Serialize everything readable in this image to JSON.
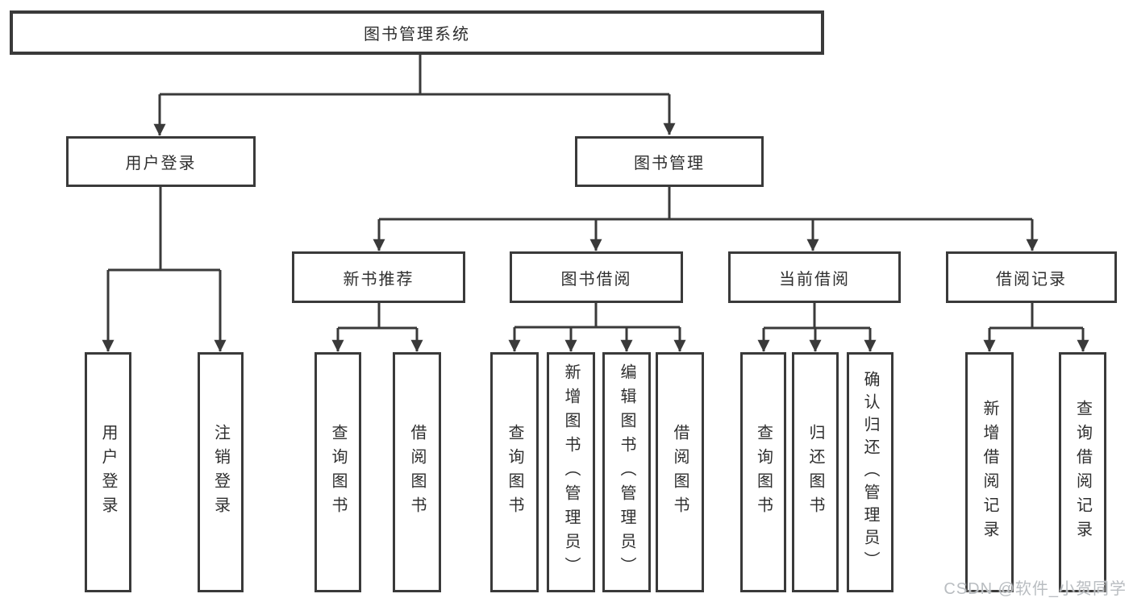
{
  "colors": {
    "line": "#3a3a3a",
    "text": "#2f2f2f",
    "watermark": "#b9bdc1",
    "box-bg": "#ffffff"
  },
  "diagram": {
    "root": {
      "label": "图书管理系统"
    },
    "level2": [
      {
        "label": "用户登录"
      },
      {
        "label": "图书管理"
      }
    ],
    "level3": [
      {
        "label": "新书推荐"
      },
      {
        "label": "图书借阅"
      },
      {
        "label": "当前借阅"
      },
      {
        "label": "借阅记录"
      }
    ],
    "leaves": [
      {
        "label": "用户登录"
      },
      {
        "label": "注销登录"
      },
      {
        "label": "查询图书"
      },
      {
        "label": "借阅图书"
      },
      {
        "label": "查询图书"
      },
      {
        "label": "新增图书（管理员）"
      },
      {
        "label": "编辑图书（管理员）"
      },
      {
        "label": "借阅图书"
      },
      {
        "label": "查询图书"
      },
      {
        "label": "归还图书"
      },
      {
        "label": "确认归还（管理员）"
      },
      {
        "label": "新增借阅记录"
      },
      {
        "label": "查询借阅记录"
      }
    ]
  },
  "watermark": {
    "text": "CSDN @软件_小贺同学"
  }
}
